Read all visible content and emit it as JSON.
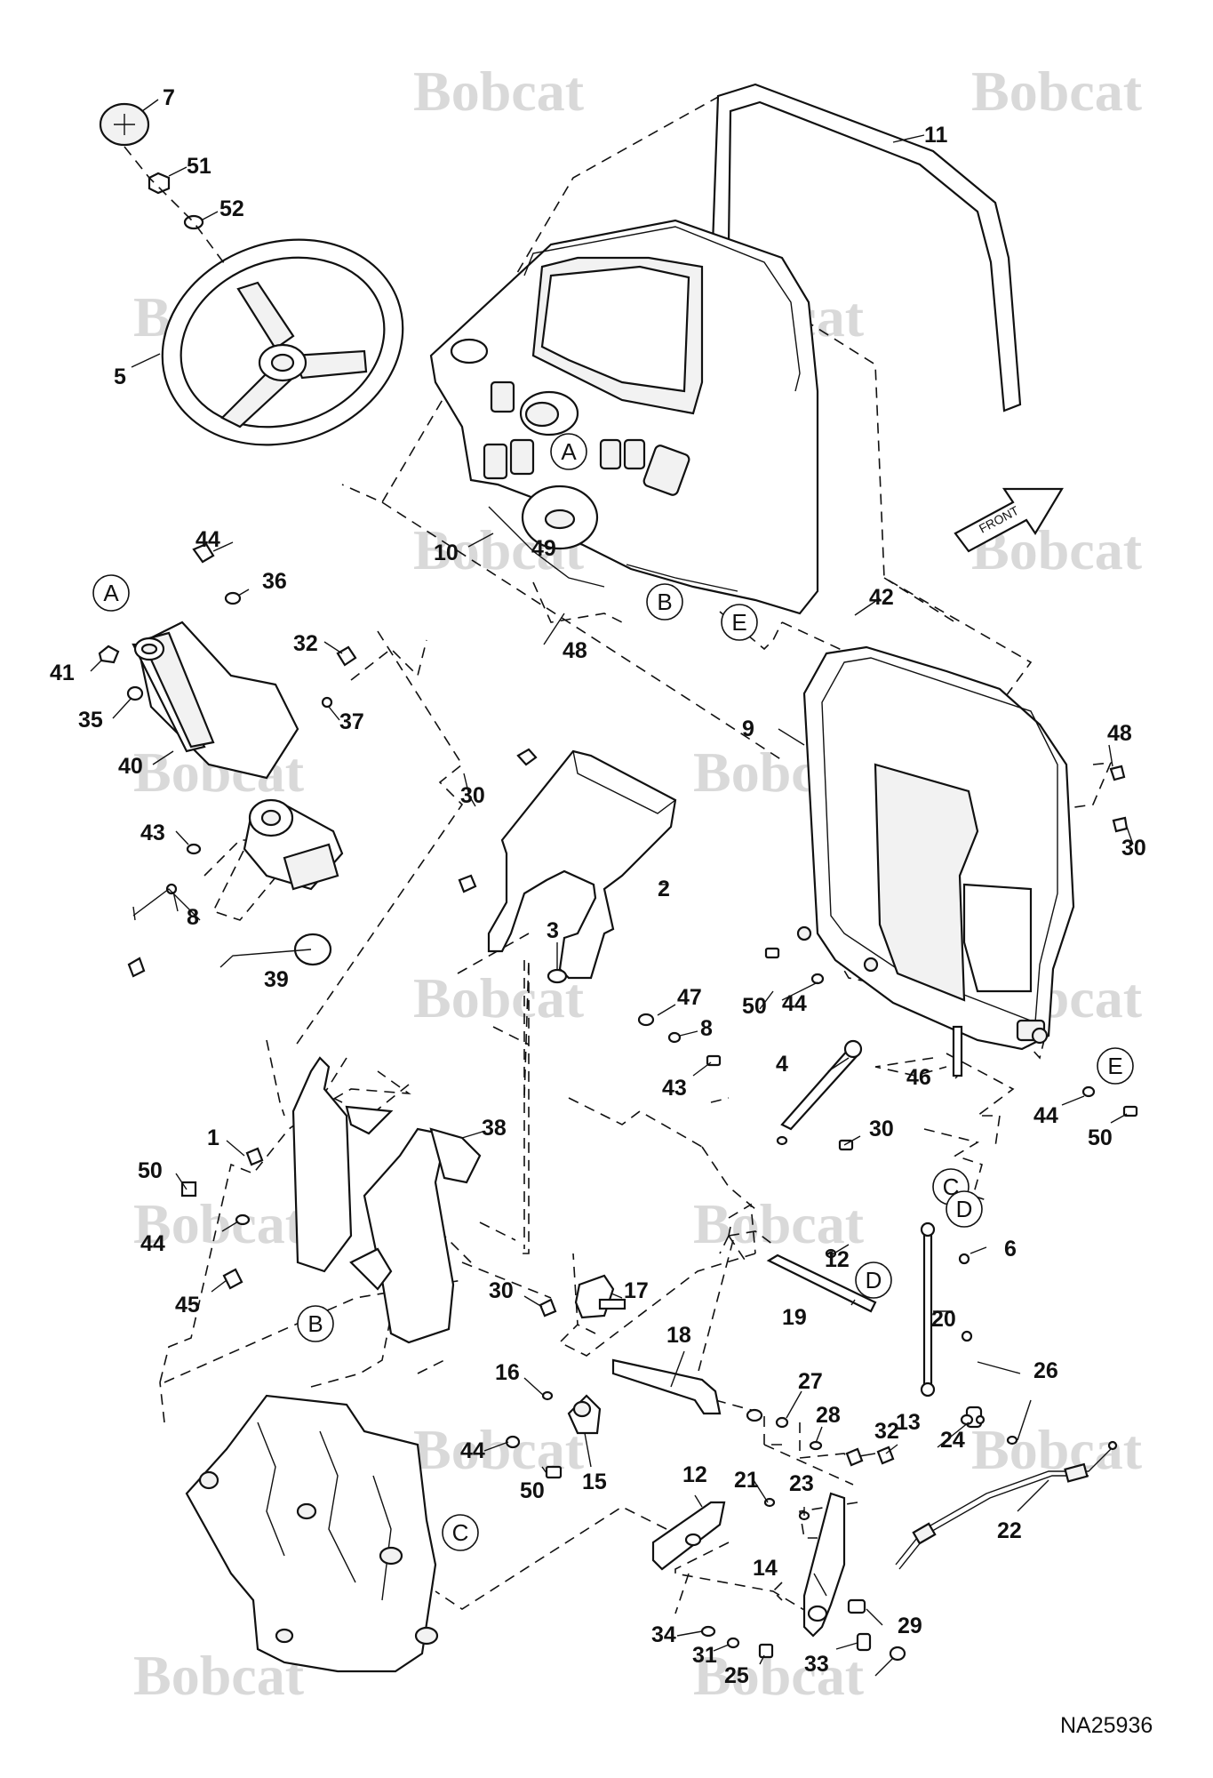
{
  "drawing_id": "NA25936",
  "front_label": "FRONT",
  "watermark": "Bobcat",
  "callouts": [
    "7",
    "51",
    "52",
    "5",
    "11",
    "10",
    "A",
    "B",
    "E",
    "49",
    "48",
    "42",
    "44",
    "36",
    "32",
    "41",
    "35",
    "37",
    "40",
    "43",
    "8",
    "39",
    "30",
    "9",
    "48",
    "30",
    "2",
    "3",
    "47",
    "8",
    "43",
    "50",
    "44",
    "D",
    "4",
    "46",
    "C",
    "44",
    "E",
    "50",
    "30",
    "1",
    "38",
    "50",
    "44",
    "45",
    "B",
    "30",
    "17",
    "16",
    "18",
    "15",
    "44",
    "50",
    "C",
    "D",
    "6",
    "12",
    "19",
    "20",
    "26",
    "27",
    "28",
    "32",
    "13",
    "24",
    "12",
    "21",
    "23",
    "22",
    "14",
    "29",
    "34",
    "31",
    "25",
    "33"
  ],
  "circled_refs": [
    "A",
    "A",
    "B",
    "B",
    "C",
    "C",
    "D",
    "D",
    "E",
    "E"
  ]
}
